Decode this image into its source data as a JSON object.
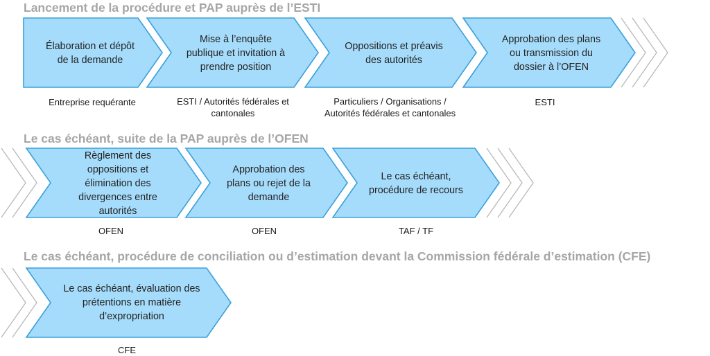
{
  "colors": {
    "chevron_fill": "#a6dcfb",
    "chevron_stroke": "#3aa0dc",
    "heading": "#a6a6a6",
    "ghost_stroke": "#b8b8b8"
  },
  "rows": [
    {
      "title": "Lancement de la procédure et PAP auprès de l’ESTI",
      "steps": [
        {
          "text": "Élaboration et dépôt\nde la demande",
          "actor": "Entreprise requérante"
        },
        {
          "text": "Mise à l’enquête\npublique et invitation à\nprendre position",
          "actor": "ESTI / Autorités fédérales et\ncantonales"
        },
        {
          "text": "Oppositions et préavis\ndes autorités",
          "actor": "Particuliers / Organisations /\nAutorités fédérales et cantonales"
        },
        {
          "text": "Approbation des plans\nou transmission du\ndossier à l’OFEN",
          "actor": "ESTI"
        }
      ]
    },
    {
      "title": "Le cas échéant, suite de la PAP auprès de l’OFEN",
      "steps": [
        {
          "text": "Règlement des\noppositions et\nélimination des\ndivergences entre\nautorités",
          "actor": "OFEN"
        },
        {
          "text": "Approbation des\nplans ou rejet de la\ndemande",
          "actor": "OFEN"
        },
        {
          "text": "Le cas échéant,\nprocédure de recours",
          "actor": "TAF / TF"
        }
      ]
    },
    {
      "title": "Le cas échéant, procédure de conciliation ou d’estimation devant la Commission fédérale d’estimation (CFE)",
      "steps": [
        {
          "text": "Le cas échéant, évaluation des\nprétentions en matière\nd’expropriation",
          "actor": "CFE"
        }
      ]
    }
  ]
}
